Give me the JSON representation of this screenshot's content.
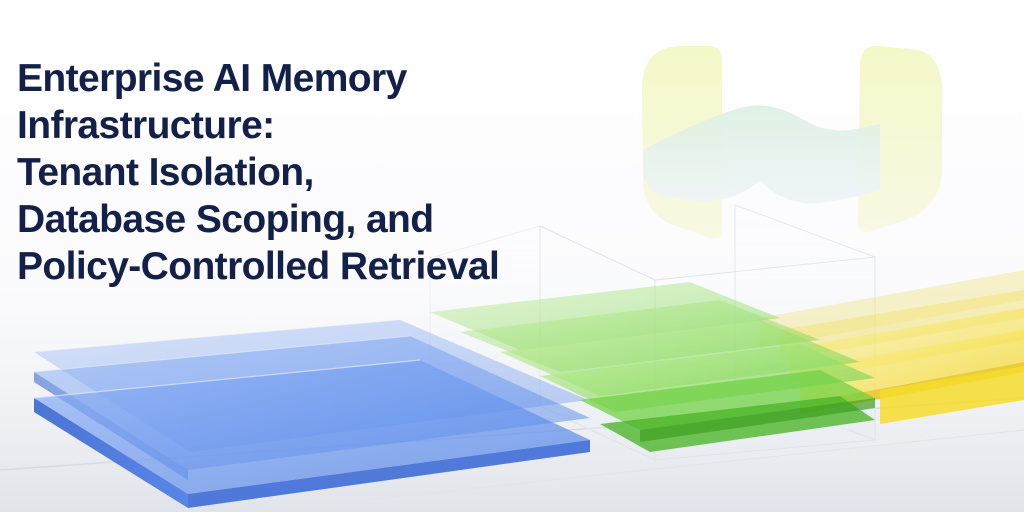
{
  "headline": {
    "lines": [
      "Enterprise AI Memory",
      "Infrastructure:",
      "Tenant Isolation,",
      "Database Scoping, and",
      "Policy-Controlled Retrieval"
    ]
  },
  "colors": {
    "title": "#12204a",
    "layer_blue": "#3f74e6",
    "layer_green": "#62c73a",
    "layer_yellow": "#f2d52a",
    "logo_yellow": "#eef2a8",
    "logo_mint": "#d6ecd8",
    "background": "#ffffff"
  },
  "graphics": {
    "logo_mark": "translucent-w-logo-mark",
    "layer_stacks": [
      "blue-layer-stack",
      "green-layer-stack",
      "yellow-layer-stack"
    ],
    "partition_panels": "glass-partition-panels"
  }
}
